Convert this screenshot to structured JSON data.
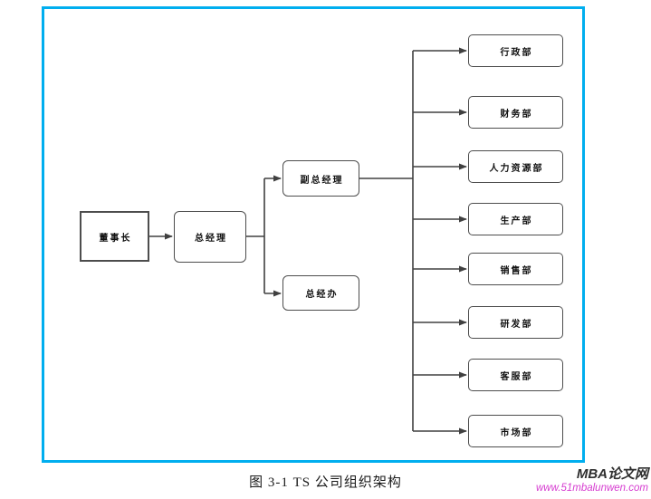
{
  "diagram": {
    "nodes": {
      "chairman": "董事长",
      "general_manager": "总经理",
      "deputy_general_manager": "副总经理",
      "gm_office": "总经办"
    },
    "departments": [
      {
        "label": "行政部"
      },
      {
        "label": "财务部"
      },
      {
        "label": "人力资源部"
      },
      {
        "label": "生产部"
      },
      {
        "label": "销售部"
      },
      {
        "label": "研发部"
      },
      {
        "label": "客服部"
      },
      {
        "label": "市场部"
      }
    ],
    "colors": {
      "frame_border": "#00aeef",
      "box_border": "#4d4d4d",
      "connector_line": "#404040"
    }
  },
  "caption": "图 3-1 TS 公司组织架构",
  "watermark": {
    "site_name": "MBA论文网",
    "url": "www.51mbalunwen.com",
    "url_color": "#d63bd0"
  }
}
